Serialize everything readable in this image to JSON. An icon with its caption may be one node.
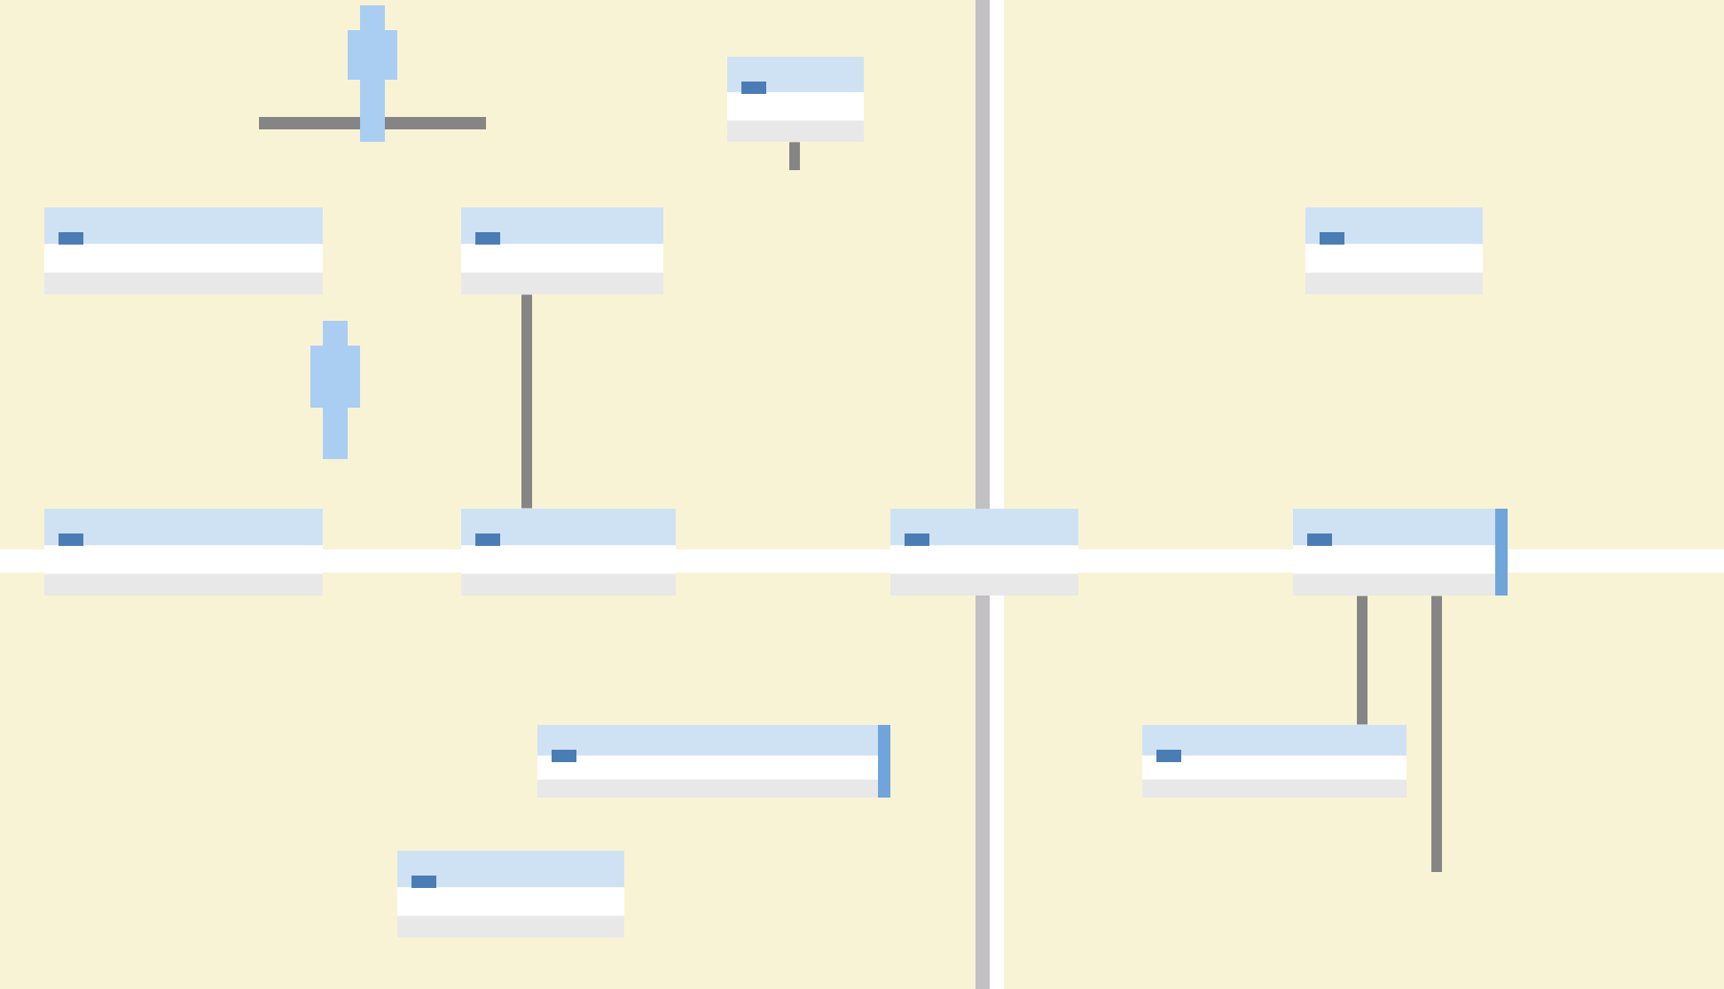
{
  "diagram": {
    "nodes": [
      {
        "text": [],
        "shape": "box"
      },
      {
        "text": [],
        "shape": "box"
      },
      {
        "text": [],
        "shape": "box"
      },
      {
        "text": [],
        "shape": "box"
      },
      {
        "text": [],
        "shape": "box"
      },
      {
        "text": [],
        "shape": "box"
      },
      {
        "text": [],
        "shape": "box"
      },
      {
        "text": [],
        "shape": "box"
      },
      {
        "text": [],
        "shape": "box"
      },
      {
        "text": [],
        "shape": "box"
      },
      {
        "text": [],
        "shape": "box"
      }
    ],
    "edges": [
      {
        "from": 0,
        "to": null,
        "arrow": "none"
      },
      {
        "from": 2,
        "to": 5,
        "arrow": "none"
      },
      {
        "from": 7,
        "to": 9,
        "arrow": "none"
      },
      {
        "from": 7,
        "to": null,
        "arrow": "none"
      }
    ]
  }
}
